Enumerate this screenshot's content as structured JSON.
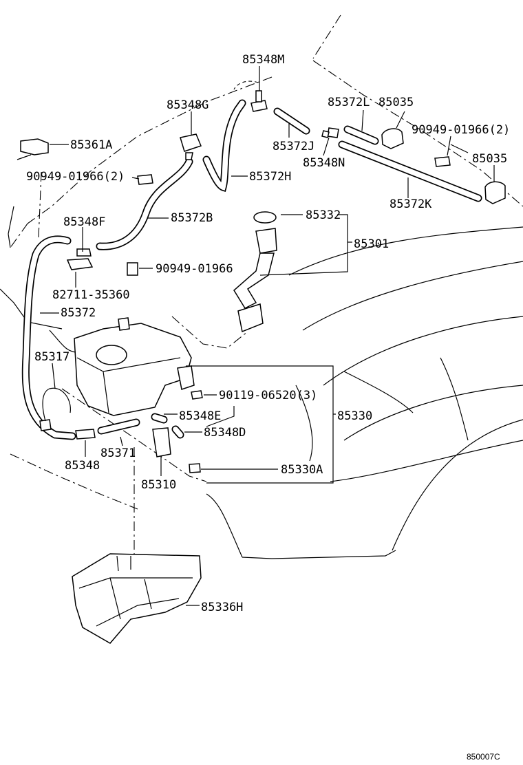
{
  "diagram": {
    "labels": {
      "p85348M": "85348M",
      "p85348G": "85348G",
      "p85372L": "85372L",
      "p85035a": "85035",
      "p90949_2a": "90949-01966(2)",
      "p85361A": "85361A",
      "p85372J": "85372J",
      "p85348N": "85348N",
      "p85035b": "85035",
      "p90949_2b": "90949-01966(2)",
      "p85372H": "85372H",
      "p85372K": "85372K",
      "p85348F": "85348F",
      "p85372B": "85372B",
      "p85332": "85332",
      "p85301": "85301",
      "p90949": "90949-01966",
      "p82711": "82711-35360",
      "p85372": "85372",
      "p85317": "85317",
      "p90119": "90119-06520(3)",
      "p85348E": "85348E",
      "p85330": "85330",
      "p85348D": "85348D",
      "p85371": "85371",
      "p85348": "85348",
      "p85330A": "85330A",
      "p85310": "85310",
      "p85336H": "85336H"
    },
    "diagram_code": "850007C"
  }
}
